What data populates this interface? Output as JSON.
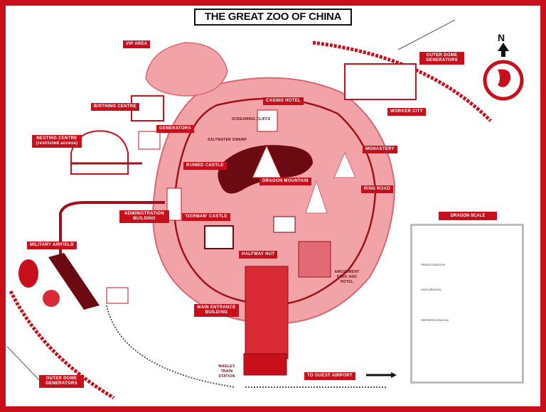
{
  "title": "THE GREAT ZOO OF CHINA",
  "north_label": "N",
  "colors": {
    "brand_red": "#c8101c",
    "map_pink": "#f2a3a8",
    "dark_red": "#6b0a10",
    "background": "#ffffff"
  },
  "labels": {
    "vip_area": "VIP AREA",
    "outer_dome_generators_top": "OUTER DOME GENERATORS",
    "birthing_centre": "BIRTHING CENTRE",
    "casino_hotel": "CASINO HOTEL",
    "screaming_cliffs": "SCREAMING CLIFFS",
    "worker_city": "WORKER CITY",
    "generators": "GENERATORS",
    "saltwater_swamp": "SALTWATER SWAMP",
    "nesting_centre": "NESTING CENTRE",
    "nesting_centre_sub": "(restricted access)",
    "monastery": "MONASTERY",
    "ruined_castle": "RUINED CASTLE",
    "dragon_mountain": "DRAGON MOUNTAIN",
    "ring_road": "RING ROAD",
    "administration_building": "ADMINISTRATION BUILDING",
    "german_castle": "'GERMAN' CASTLE",
    "military_airfield": "MILITARY AIRFIELD",
    "halfway_hut": "HALFWAY HUT",
    "amusement_park": "AMUSEMENT PARK AND HOTEL",
    "main_entrance": "MAIN ENTRANCE BUILDING",
    "outer_dome_generators_bottom": "OUTER DOME GENERATORS",
    "maglev_station": "MAGLEV TRAIN STATION",
    "to_guest_airport": "TO GUEST AIRPORT"
  },
  "dragon_scale": {
    "title": "DRAGON SCALE",
    "items": [
      "PRINCE DRAGON",
      "KING DRAGON",
      "EMPEROR DRAGON"
    ]
  }
}
